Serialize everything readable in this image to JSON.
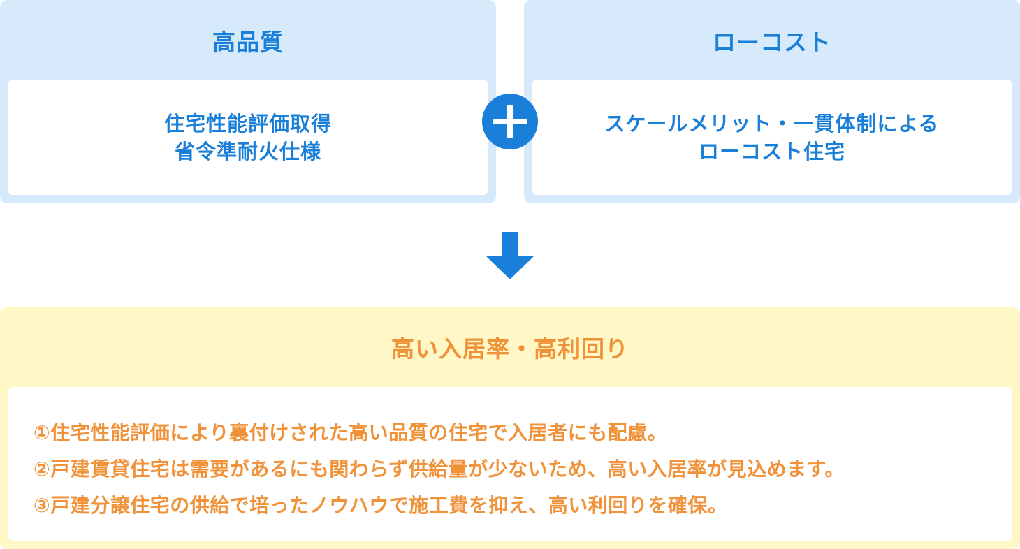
{
  "left_panel": {
    "title": "高品質",
    "lines": [
      "住宅性能評価取得",
      "省令準耐火仕様"
    ]
  },
  "right_panel": {
    "title": "ローコスト",
    "lines": [
      "スケールメリット・一貫体制による",
      "ローコスト住宅"
    ]
  },
  "icons": {
    "plus": "plus-icon",
    "arrow": "arrow-down-icon"
  },
  "result": {
    "title": "高い入居率・高利回り",
    "items": [
      "①住宅性能評価により裏付けされた高い品質の住宅で入居者にも配慮。",
      "②戸建賃貸住宅は需要があるにも関わらず供給量が少ないため、高い入居率が見込めます。",
      "③戸建分譲住宅の供給で培ったノウハウで施工費を抑え、高い利回りを確保。"
    ]
  },
  "colors": {
    "blue_accent": "#1a7fd8",
    "blue_panel": "#d6eafb",
    "orange_accent": "#f0923a",
    "yellow_panel": "#fff8c6"
  }
}
